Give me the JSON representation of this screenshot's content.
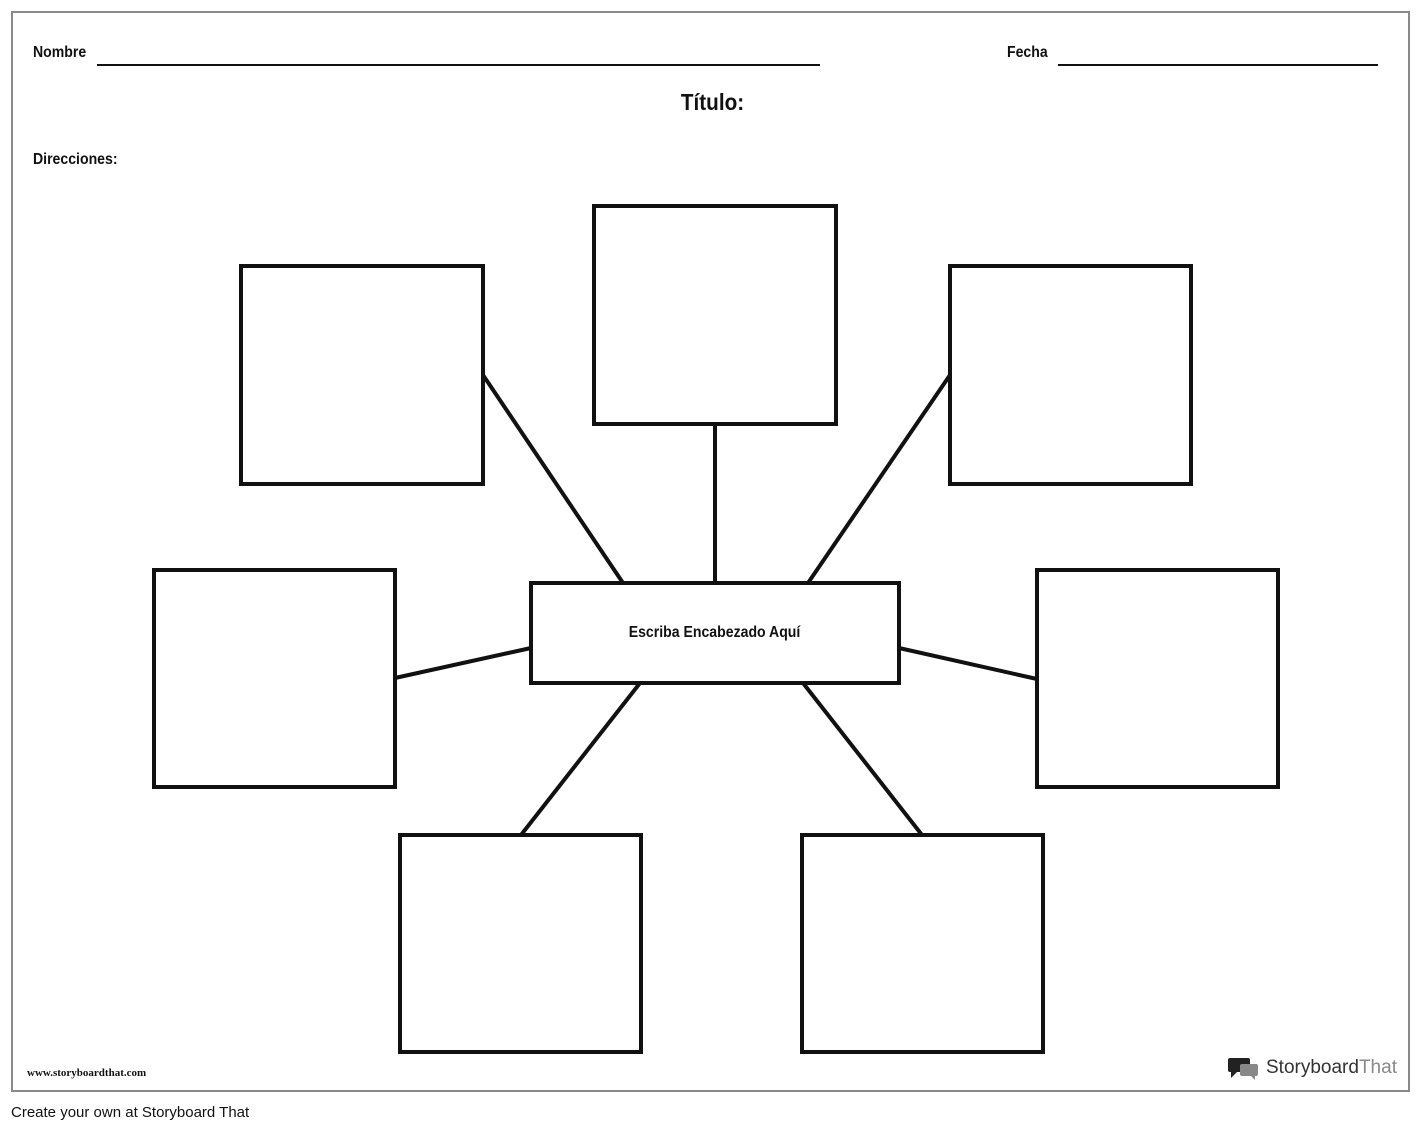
{
  "header": {
    "name_label": "Nombre",
    "date_label": "Fecha",
    "title_label": "Título:",
    "directions_label": "Direcciones:"
  },
  "diagram": {
    "central_text": "Escriba Encabezado Aquí",
    "outer_box_count": 7
  },
  "branding": {
    "url": "www.storyboardthat.com",
    "logo_word_bold": "Storyboard",
    "logo_word_light": "That",
    "footer_link": "Create your own at Storyboard That"
  },
  "colors": {
    "stroke": "#111111",
    "sheet_border": "#8a8a8a",
    "background": "#ffffff"
  }
}
